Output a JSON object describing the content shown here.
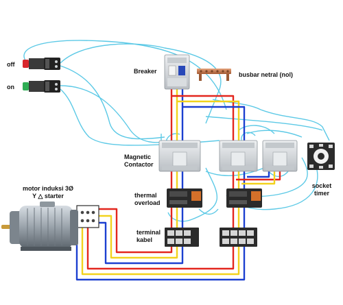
{
  "labels": {
    "off": "off",
    "on": "on",
    "breaker": "Breaker",
    "busbar": "busbar netral (nol)",
    "magnetic_line1": "Magnetic",
    "magnetic_line2": "Contactor",
    "thermal_line1": "thermal",
    "thermal_line2": "overload",
    "terminal_line1": "terminal",
    "terminal_line2": "kabel",
    "motor_line1": "motor induksi  3Ø",
    "motor_line2": "Y △  starter",
    "socket_line1": "socket",
    "socket_line2": "timer"
  },
  "colors": {
    "phase_red": "#e3261d",
    "phase_yellow": "#f2d21c",
    "phase_blue": "#1b3fd0",
    "control_wire": "#5cc9e6",
    "contactor_body": "#d6dadd",
    "overload_body": "#2a2a2a",
    "copper": "#c8794a"
  },
  "components": [
    "pushbutton-off-icon",
    "pushbutton-on-icon",
    "breaker-icon",
    "busbar-icon",
    "contactor-icon",
    "thermal-overload-icon",
    "terminal-block-icon",
    "motor-icon",
    "timer-socket-icon"
  ]
}
